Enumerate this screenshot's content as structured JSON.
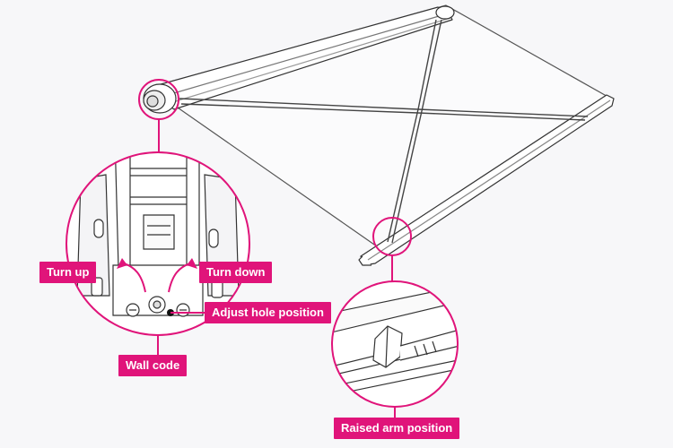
{
  "labels": {
    "turn_up": "Turn up",
    "turn_down": "Turn down",
    "adjust_hole": "Adjust hole position",
    "wall_code": "Wall code",
    "raised_arm": "Raised arm position"
  },
  "colors": {
    "accent": "#e0147a",
    "background": "#f7f7f9",
    "line": "#333333",
    "fill": "#ffffff"
  }
}
